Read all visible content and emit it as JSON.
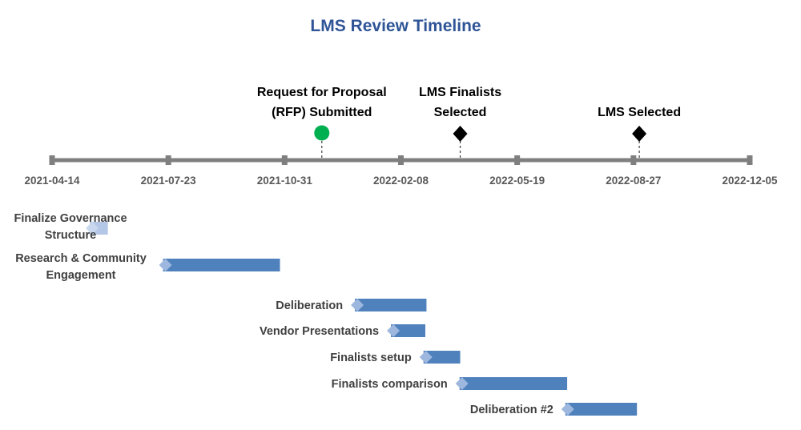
{
  "chart_data": {
    "type": "timeline",
    "title": "LMS Review Timeline",
    "axis": {
      "start": "2021-04-14",
      "end": "2022-12-05",
      "tick_labels": [
        "2021-04-14",
        "2021-07-23",
        "2021-10-31",
        "2022-02-08",
        "2022-05-19",
        "2022-08-27",
        "2022-12-05"
      ],
      "tick_interval_days": 100
    },
    "milestones": [
      {
        "label_lines": [
          "Request for Proposal",
          "(RFP) Submitted"
        ],
        "date": "2021-12-02",
        "marker": "circle",
        "color": "#00B050"
      },
      {
        "label_lines": [
          "LMS Finalists",
          "Selected"
        ],
        "date": "2022-03-31",
        "marker": "diamond",
        "color": "#000000"
      },
      {
        "label_lines": [
          "LMS Selected"
        ],
        "date": "2022-09-01",
        "marker": "diamond",
        "color": "#000000"
      }
    ],
    "tasks": [
      {
        "label_lines": [
          "Finalize Governance",
          "Structure"
        ],
        "start": "2021-05-13",
        "end": "2021-06-01",
        "color": "#B4C7E7"
      },
      {
        "label_lines": [
          "Research & Community",
          "Engagement"
        ],
        "start": "2021-07-15",
        "end": "2021-10-27",
        "color": "#4F81BD"
      },
      {
        "label_lines": [
          "Deliberation"
        ],
        "start": "2021-12-27",
        "end": "2022-03-02",
        "color": "#4F81BD"
      },
      {
        "label_lines": [
          "Vendor Presentations"
        ],
        "start": "2022-01-27",
        "end": "2022-03-01",
        "color": "#4F81BD"
      },
      {
        "label_lines": [
          "Finalists setup"
        ],
        "start": "2022-02-24",
        "end": "2022-03-31",
        "color": "#4F81BD"
      },
      {
        "label_lines": [
          "Finalists comparison"
        ],
        "start": "2022-03-27",
        "end": "2022-07-01",
        "color": "#4F81BD"
      },
      {
        "label_lines": [
          "Deliberation #2"
        ],
        "start": "2022-06-26",
        "end": "2022-08-30",
        "color": "#4F81BD"
      }
    ],
    "colors": {
      "title": "#2F5597",
      "axis_line": "#7F7F7F",
      "diamond_start": "#9DB7DE"
    }
  }
}
